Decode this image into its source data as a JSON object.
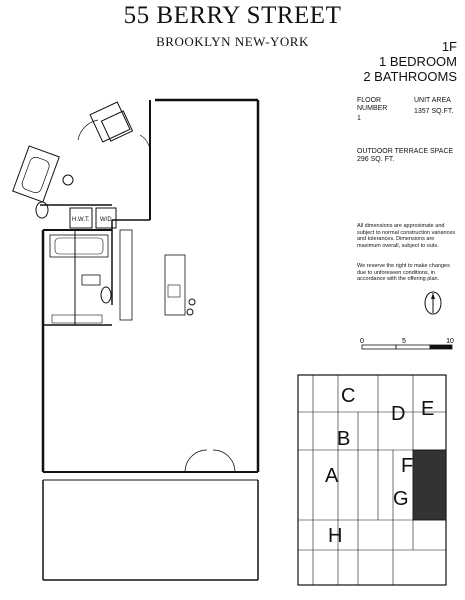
{
  "header": {
    "title": "55 BERRY STREET",
    "subtitle": "BROOKLYN NEW-YORK"
  },
  "unit": {
    "name": "1F",
    "bedrooms": "1 BEDROOM",
    "bathrooms": "2 BATHROOMS"
  },
  "facts": {
    "floor_label_1": "FLOOR",
    "floor_label_2": "NUMBER",
    "floor_value": "1",
    "area_label": "UNIT AREA",
    "area_value": "1357 SQ.FT.",
    "terrace_label": "OUTDOOR TERRACE SPACE",
    "terrace_value": "296 SQ. FT."
  },
  "notes": {
    "dimensions": "All dimensions are approximate and subject to normal construction variances and tolerances. Dimensions are maximum overall, subject to outs.",
    "rights": "We reserve the right to make changes due to unforeseen conditions, in accordance with the offering plan."
  },
  "plan": {
    "hwt_label": "H.W.T.",
    "wd_label": "W/D"
  },
  "scale": {
    "zero": "0",
    "five": "5",
    "ten": "10"
  },
  "keyplan": {
    "units": [
      "C",
      "D",
      "E",
      "B",
      "A",
      "F",
      "G",
      "H"
    ]
  },
  "colors": {
    "ink": "#111111",
    "paper": "#ffffff",
    "hatch": "#333333"
  }
}
